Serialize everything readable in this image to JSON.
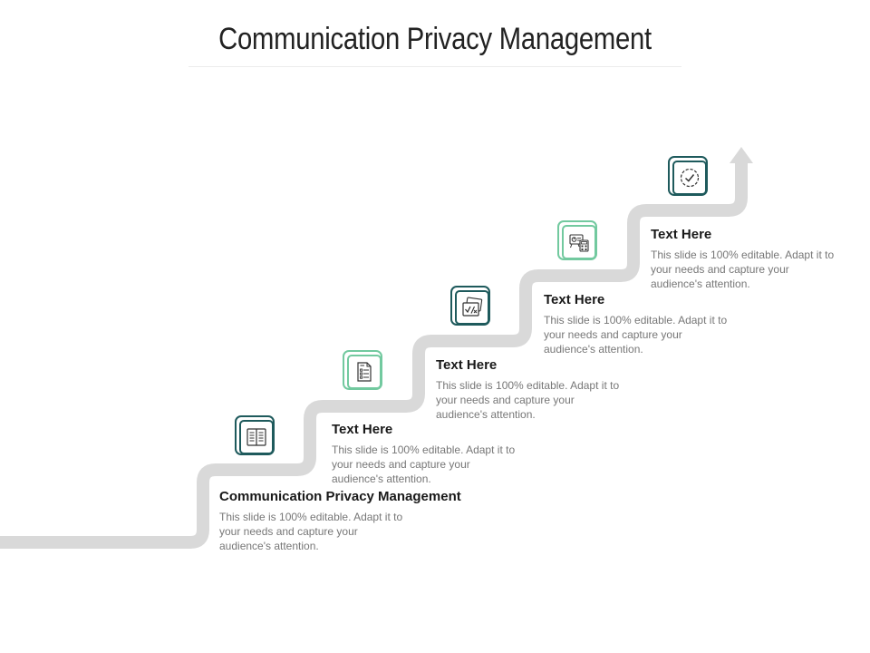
{
  "title": "Communication Privacy Management",
  "colors": {
    "path": "#d9d9d9",
    "dark_accent": "#1e5a5c",
    "light_accent": "#72c99f",
    "heading": "#1a1a1a",
    "body": "#777777"
  },
  "steps": [
    {
      "heading": "Communication Privacy Management",
      "body": "This slide is 100% editable. Adapt it to your needs and capture your audience's attention.",
      "icon": "book-icon",
      "style": "dark"
    },
    {
      "heading": "Text Here",
      "body": "This slide is 100% editable. Adapt it to your needs and capture your audience's attention.",
      "icon": "checklist-document-icon",
      "style": "light"
    },
    {
      "heading": "Text Here",
      "body": "This slide is 100% editable. Adapt it to your needs and capture your audience's attention.",
      "icon": "checkbox-form-icon",
      "style": "dark"
    },
    {
      "heading": "Text Here",
      "body": "This slide is 100% editable. Adapt it to your needs and capture your audience's attention.",
      "icon": "presentation-calculator-icon",
      "style": "light"
    },
    {
      "heading": "Text Here",
      "body": "This slide is 100% editable. Adapt it to your needs and capture your audience's attention.",
      "icon": "check-circle-icon",
      "style": "dark"
    }
  ]
}
